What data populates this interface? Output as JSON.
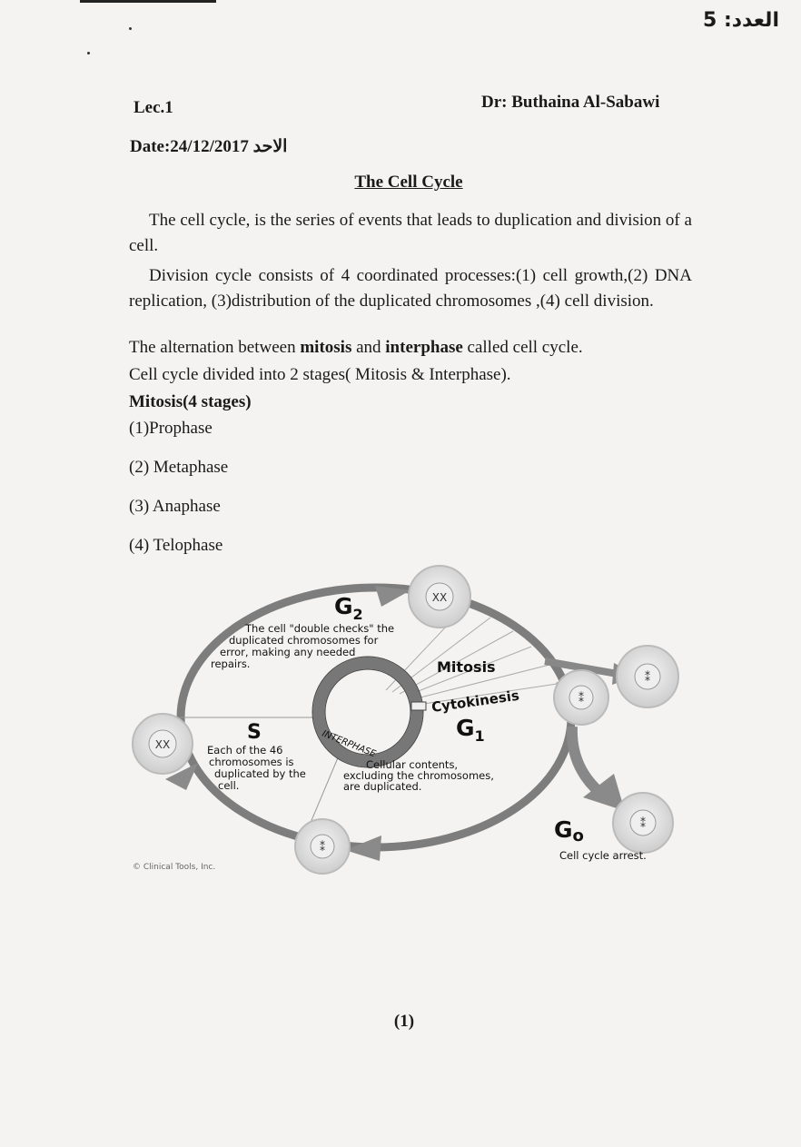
{
  "header": {
    "issue": "العدد: 5",
    "lecture": "Lec.1",
    "doctor": "Dr: Buthaina  Al-Sabawi",
    "date": "Date:24/12/2017 الاحد"
  },
  "title": "The Cell Cycle",
  "paragraphs": {
    "p1": "The cell cycle, is the series of events that leads to duplication and division of a cell.",
    "p2": "Division cycle consists of 4 coordinated processes:(1) cell growth,(2) DNA replication, (3)distribution of the duplicated chromosomes ,(4) cell division."
  },
  "alternation": {
    "pre": "The alternation between ",
    "b1": "mitosis",
    "mid": " and ",
    "b2": "interphase",
    "post": " called cell cycle."
  },
  "stages_line": "Cell cycle divided into 2 stages( Mitosis & Interphase).",
  "mitosis_heading": "Mitosis(4 stages)",
  "phases": [
    "(1)Prophase",
    "(2) Metaphase",
    "(3) Anaphase",
    "(4) Telophase"
  ],
  "diagram": {
    "g2_label": "G",
    "g2_sub": "2",
    "g2_text": [
      "The cell \"double checks\" the",
      "duplicated chromosomes for",
      "error, making any needed",
      "repairs."
    ],
    "mitosis": "Mitosis",
    "cytokinesis": "Cytokinesis",
    "interphase": "INTERPHASE",
    "s_label": "S",
    "s_text": [
      "Each of the 46",
      "chromosomes is",
      "duplicated by the",
      "cell."
    ],
    "g1_label": "G",
    "g1_sub": "1",
    "g1_text": [
      "Cellular contents,",
      "excluding the chromosomes,",
      "are duplicated."
    ],
    "g0_label": "G",
    "g0_sub": "o",
    "g0_text": "Cell cycle arrest.",
    "copyright": "© Clinical Tools, Inc."
  },
  "page_number": "(1)"
}
